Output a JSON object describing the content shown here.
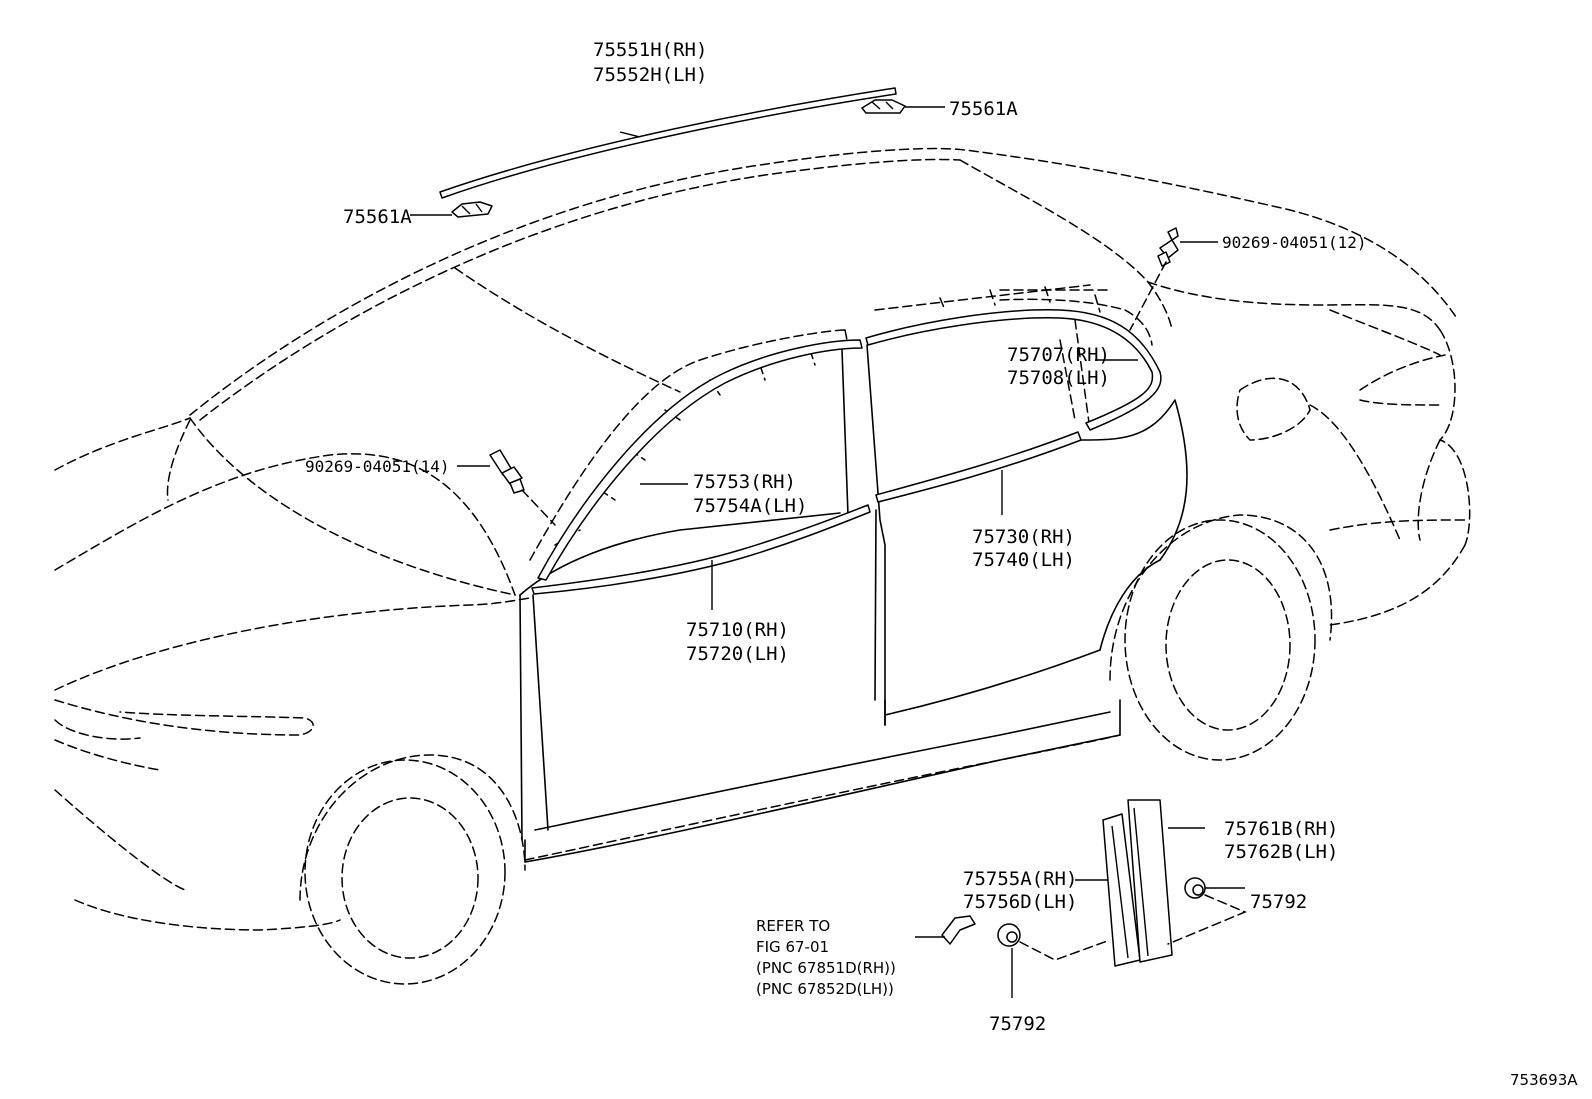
{
  "labels": {
    "roof_molding_rh": "75551H(RH)",
    "roof_molding_lh": "75552H(LH)",
    "roof_clip_rear": "75561A",
    "roof_clip_front": "75561A",
    "rivet_rear": "90269-04051(12)",
    "rivet_front": "90269-04051(14)",
    "rear_frame_rh": "75707(RH)",
    "rear_frame_lh": "75708(LH)",
    "front_frame_rh": "75753(RH)",
    "front_frame_lh": "75754A(LH)",
    "rear_belt_rh": "75730(RH)",
    "rear_belt_lh": "75740(LH)",
    "front_belt_rh": "75710(RH)",
    "front_belt_lh": "75720(LH)",
    "pillar_garnish_rh": "75761B(RH)",
    "pillar_garnish_lh": "75762B(LH)",
    "pillar_mold_rh": "75755A(RH)",
    "pillar_mold_lh": "75756D(LH)",
    "clip_right": "75792",
    "clip_bottom": "75792"
  },
  "refer_note": [
    "REFER TO",
    "FIG 67-01",
    "(PNC 67851D(RH))",
    "(PNC 67852D(LH))"
  ],
  "figure_id": "753693A"
}
